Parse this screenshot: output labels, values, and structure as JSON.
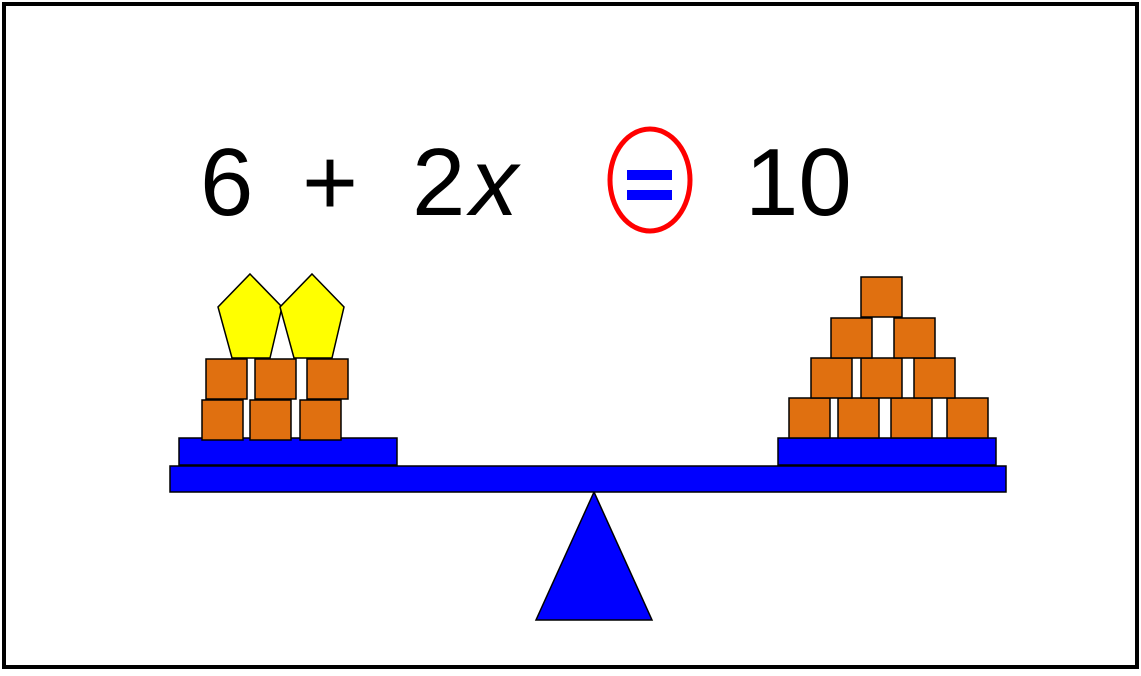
{
  "equation": {
    "constant": "6",
    "plus": "+",
    "coefficient": "2",
    "variable": "x",
    "equals": "=",
    "result": "10"
  },
  "balance": {
    "left_pan": {
      "pentagon_count": 2,
      "cube_count": 6
    },
    "right_pan": {
      "cube_count": 10
    }
  },
  "colors": {
    "frame": "#000000",
    "beam": "#0000ff",
    "pan": "#0000ff",
    "fulcrum": "#0000ff",
    "cube_fill": "#e07010",
    "pentagon_fill": "#ffff00",
    "equals_sign": "#0000ff",
    "equals_circle": "#ff0000"
  }
}
